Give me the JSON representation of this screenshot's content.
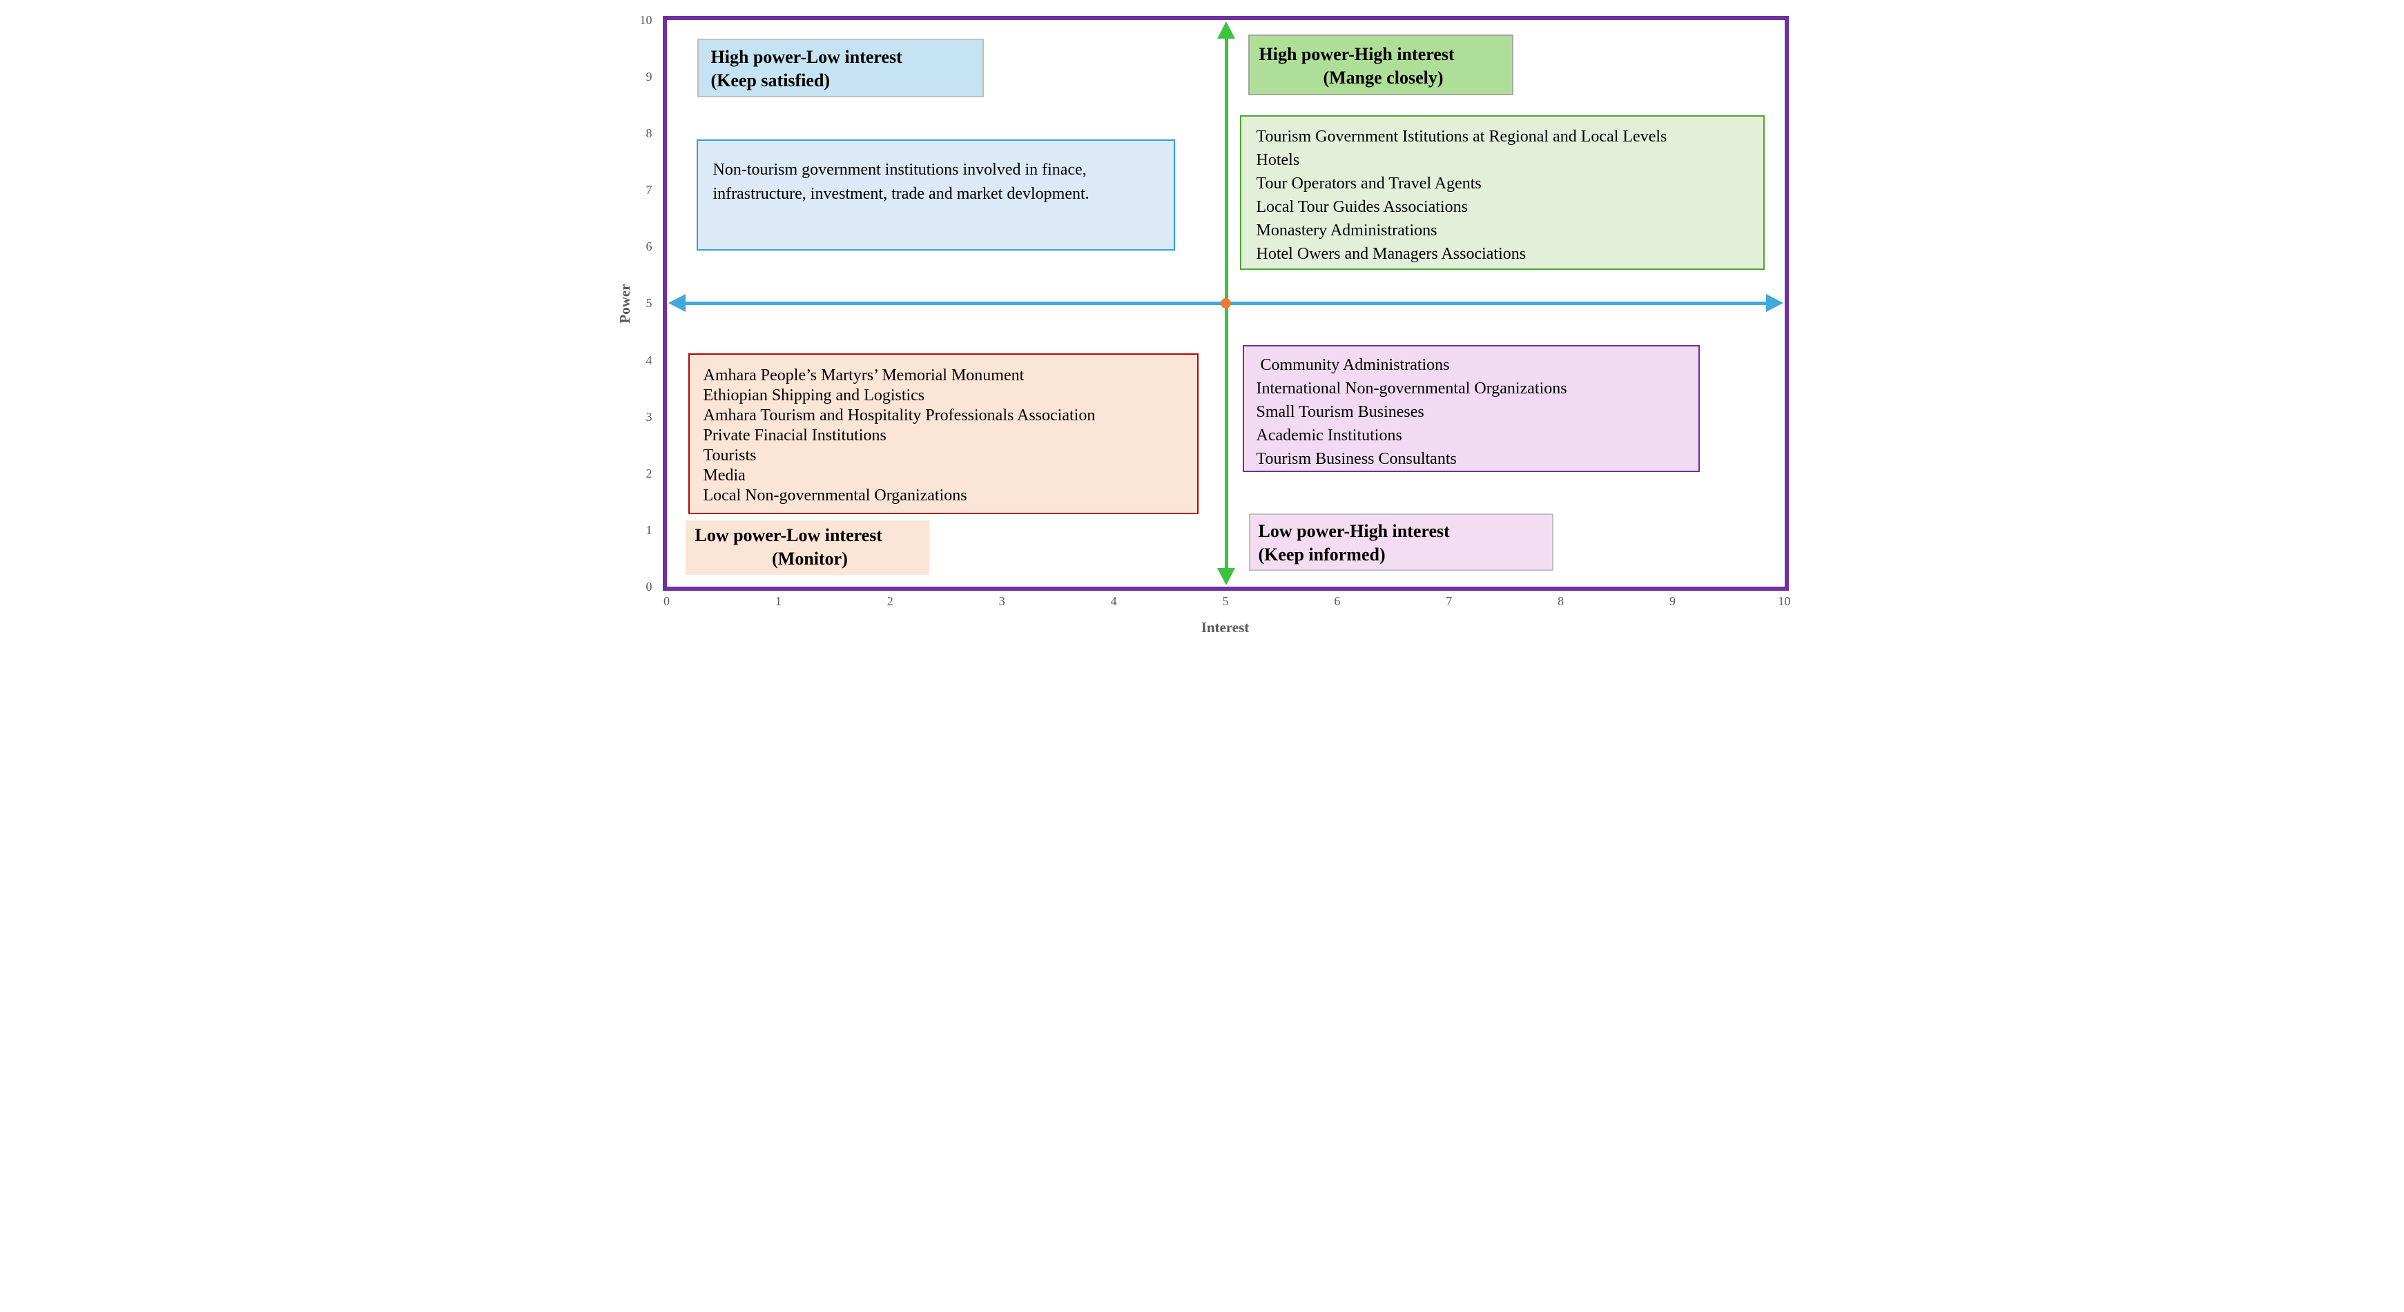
{
  "axes": {
    "x": {
      "title": "Interest",
      "ticks": [
        "0",
        "1",
        "2",
        "3",
        "4",
        "5",
        "6",
        "7",
        "8",
        "9",
        "10"
      ]
    },
    "y": {
      "title": "Power",
      "ticks_top_to_bottom": [
        "10",
        "9",
        "8",
        "7",
        "6",
        "5",
        "4",
        "3",
        "2",
        "1",
        "0"
      ]
    }
  },
  "quadrants": {
    "top_left": {
      "label_line1": "High power-Low interest",
      "label_line2": "(Keep satisfied)",
      "note": "Non-tourism government institutions involved in finace, infrastructure, investment, trade and market devlopment."
    },
    "top_right": {
      "label_line1": "High power-High interest",
      "label_line2": "(Mange closely)",
      "stakeholders": [
        "Tourism Government Istitutions at Regional and Local Levels",
        "Hotels",
        "Tour Operators and Travel Agents",
        "Local Tour Guides Associations",
        "Monastery Administrations",
        "Hotel Owers and Managers Associations"
      ]
    },
    "bottom_left": {
      "label_line1": "Low power-Low interest",
      "label_line2": "(Monitor)",
      "stakeholders": [
        "Amhara People’s Martyrs’ Memorial Monument",
        "Ethiopian Shipping and Logistics",
        "Amhara Tourism and Hospitality Professionals Association",
        "Private Finacial Institutions",
        "Tourists",
        "Media",
        "Local Non-governmental Organizations"
      ]
    },
    "bottom_right": {
      "label_line1": "Low power-High interest",
      "label_line2": "(Keep informed)",
      "stakeholders": [
        " Community Administrations",
        "International Non-governmental Organizations",
        "Small Tourism Busineses",
        "Academic Institutions",
        "Tourism Business Consultants"
      ]
    }
  },
  "colors": {
    "plot_border": "#7030A0",
    "interest_axis_arrow": "#41A8DC",
    "power_axis_arrow": "#3FC33F",
    "center_point": "#ED7D31",
    "top_left_label_fill": "#C5E3F2",
    "top_left_note_fill": "#DCE9F6",
    "top_left_note_border": "#2E9FD9",
    "top_right_label_fill": "#AEDE97",
    "top_right_box_fill": "#E2F0DA",
    "top_right_box_border": "#4EA72E",
    "bottom_left_fill": "#FBE5D6",
    "bottom_left_box_border": "#C00000",
    "bottom_right_box_fill": "#F2DBF2",
    "bottom_right_box_border": "#7030A0",
    "tick_text": "#595959"
  },
  "chart_data": {
    "type": "scatter",
    "title": "",
    "xlabel": "Interest",
    "ylabel": "Power",
    "xlim": [
      0,
      10
    ],
    "ylim": [
      0,
      10
    ],
    "x_ticks": [
      0,
      1,
      2,
      3,
      4,
      5,
      6,
      7,
      8,
      9,
      10
    ],
    "y_ticks": [
      0,
      1,
      2,
      3,
      4,
      5,
      6,
      7,
      8,
      9,
      10
    ],
    "points": [
      {
        "x": 5,
        "y": 5,
        "color": "#ED7D31"
      }
    ],
    "reference_lines": [
      {
        "axis": "vertical",
        "x": 5,
        "color": "#3FC33F",
        "arrows": "both"
      },
      {
        "axis": "horizontal",
        "y": 5,
        "color": "#41A8DC",
        "arrows": "both"
      }
    ],
    "legend": "none",
    "grid": false
  }
}
